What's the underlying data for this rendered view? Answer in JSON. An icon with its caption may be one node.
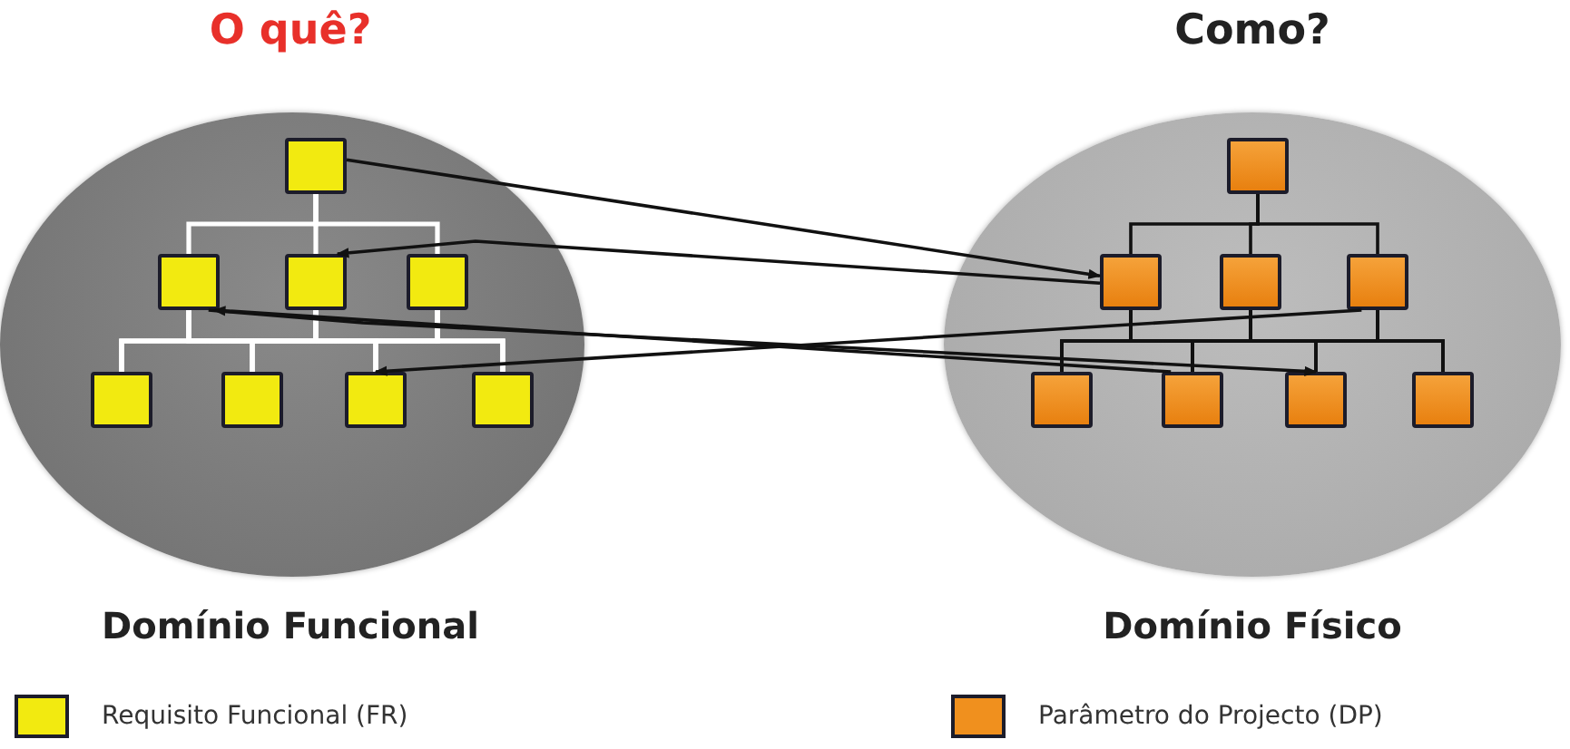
{
  "diagram": {
    "nodes": [
      {
        "text": [],
        "shape": "ellipse"
      },
      {
        "text": [],
        "shape": "box",
        "in": 0
      },
      {
        "text": [],
        "shape": "box",
        "in": 0
      },
      {
        "text": [],
        "shape": "box",
        "in": 0
      },
      {
        "text": [],
        "shape": "box",
        "in": 0
      },
      {
        "text": [],
        "shape": "box",
        "in": 0
      },
      {
        "text": [],
        "shape": "box",
        "in": 0
      },
      {
        "text": [],
        "shape": "box",
        "in": 0
      },
      {
        "text": [],
        "shape": "box",
        "in": 0
      },
      {
        "text": [],
        "shape": "ellipse"
      },
      {
        "text": [],
        "shape": "box",
        "in": 9
      },
      {
        "text": [],
        "shape": "box",
        "in": 9
      },
      {
        "text": [],
        "shape": "box",
        "in": 9
      },
      {
        "text": [],
        "shape": "box",
        "in": 9
      },
      {
        "text": [],
        "shape": "box",
        "in": 9
      },
      {
        "text": [],
        "shape": "box",
        "in": 9
      },
      {
        "text": [],
        "shape": "box",
        "in": 9
      },
      {
        "text": [],
        "shape": "box",
        "in": 9
      }
    ],
    "edges": [
      {
        "from": 1,
        "to": 2,
        "arrow": "none",
        "color": "#ffffff"
      },
      {
        "from": 1,
        "to": 3,
        "arrow": "none",
        "color": "#ffffff"
      },
      {
        "from": 1,
        "to": 4,
        "arrow": "none",
        "color": "#ffffff"
      },
      {
        "from": 2,
        "to": 5,
        "arrow": "none",
        "color": "#ffffff"
      },
      {
        "from": 2,
        "to": 6,
        "arrow": "none",
        "color": "#ffffff"
      },
      {
        "from": 2,
        "to": 7,
        "arrow": "none",
        "color": "#ffffff"
      },
      {
        "from": 2,
        "to": 8,
        "arrow": "none",
        "color": "#ffffff"
      },
      {
        "from": 3,
        "to": 5,
        "arrow": "none",
        "color": "#ffffff"
      },
      {
        "from": 3,
        "to": 6,
        "arrow": "none",
        "color": "#ffffff"
      },
      {
        "from": 3,
        "to": 7,
        "arrow": "none",
        "color": "#ffffff"
      },
      {
        "from": 3,
        "to": 8,
        "arrow": "none",
        "color": "#ffffff"
      },
      {
        "from": 4,
        "to": 5,
        "arrow": "none",
        "color": "#ffffff"
      },
      {
        "from": 4,
        "to": 6,
        "arrow": "none",
        "color": "#ffffff"
      },
      {
        "from": 4,
        "to": 7,
        "arrow": "none",
        "color": "#ffffff"
      },
      {
        "from": 4,
        "to": 8,
        "arrow": "none",
        "color": "#ffffff"
      },
      {
        "from": 10,
        "to": 11,
        "arrow": "none"
      },
      {
        "from": 10,
        "to": 12,
        "arrow": "none"
      },
      {
        "from": 10,
        "to": 13,
        "arrow": "none"
      },
      {
        "from": 11,
        "to": 14,
        "arrow": "none"
      },
      {
        "from": 11,
        "to": 15,
        "arrow": "none"
      },
      {
        "from": 11,
        "to": 16,
        "arrow": "none"
      },
      {
        "from": 11,
        "to": 17,
        "arrow": "none"
      },
      {
        "from": 12,
        "to": 14,
        "arrow": "none"
      },
      {
        "from": 12,
        "to": 15,
        "arrow": "none"
      },
      {
        "from": 12,
        "to": 16,
        "arrow": "none"
      },
      {
        "from": 12,
        "to": 17,
        "arrow": "none"
      },
      {
        "from": 13,
        "to": 14,
        "arrow": "none"
      },
      {
        "from": 13,
        "to": 15,
        "arrow": "none"
      },
      {
        "from": 13,
        "to": 16,
        "arrow": "none"
      },
      {
        "from": 13,
        "to": 17,
        "arrow": "none"
      },
      {
        "from": 1,
        "to": 11,
        "arrow": "to"
      },
      {
        "from": 11,
        "to": 3,
        "arrow": "to"
      },
      {
        "from": 2,
        "to": 16,
        "arrow": "to"
      },
      {
        "from": 13,
        "to": 7,
        "arrow": "to"
      },
      {
        "from": 15,
        "to": 2,
        "arrow": "to"
      }
    ],
    "labels": [
      "O quê?",
      "Como?",
      "Domínio Funcional",
      "Domínio Físico"
    ],
    "legend": [
      {
        "text": "Requisito Funcional (FR)",
        "color": "#f2ea10"
      },
      {
        "text": "Parâmetro do Projecto (DP)",
        "color": "#f0901e"
      }
    ]
  }
}
